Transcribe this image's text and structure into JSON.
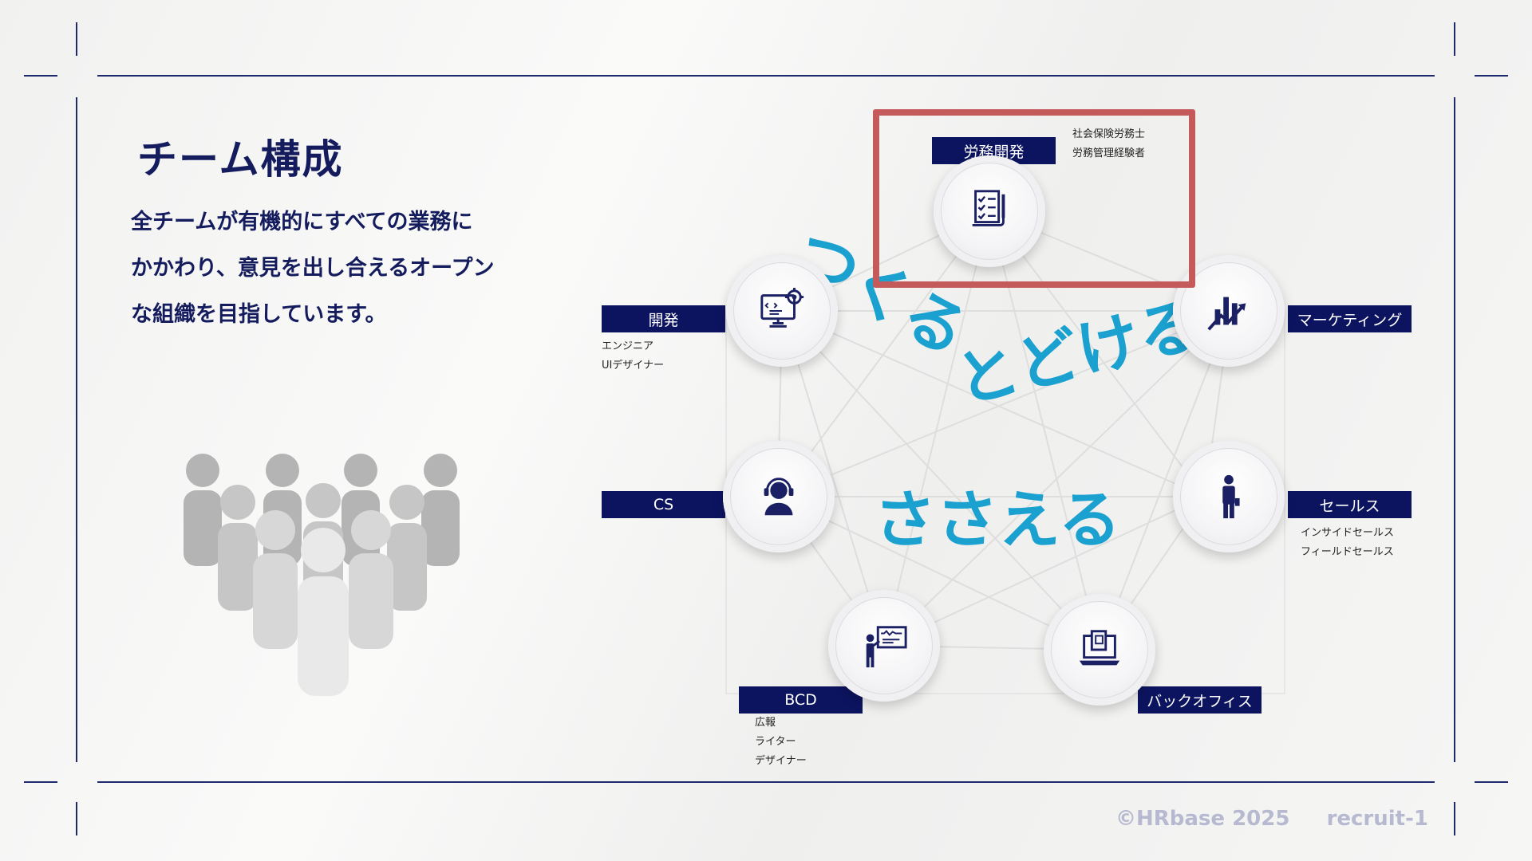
{
  "heading": "チーム構成",
  "lead_lines": [
    "全チームが有機的にすべての業務に",
    "かかわり、意見を出し合えるオープン",
    "な組織を目指しています。"
  ],
  "slogans": [
    "つくる",
    "とどける",
    "ささえる"
  ],
  "teams": {
    "roumu": {
      "label": "労務開発",
      "icon": "document-checklist-icon",
      "roles": [
        "社会保険労務士",
        "労務管理経験者"
      ]
    },
    "dev": {
      "label": "開発",
      "icon": "computer-code-gear-icon",
      "roles": [
        "エンジニア",
        "UIデザイナー"
      ]
    },
    "marketing": {
      "label": "マーケティング",
      "icon": "growth-chart-icon",
      "roles": []
    },
    "cs": {
      "label": "CS",
      "icon": "headset-operator-icon",
      "roles": []
    },
    "sales": {
      "label": "セールス",
      "icon": "business-person-icon",
      "roles": [
        "インサイドセールス",
        "フィールドセールス"
      ]
    },
    "bcd": {
      "label": "BCD",
      "icon": "presenter-board-icon",
      "roles": [
        "広報",
        "ライター",
        "デザイナー"
      ]
    },
    "backoffice": {
      "label": "バックオフィス",
      "icon": "laptop-document-icon",
      "roles": []
    }
  },
  "footer": {
    "copyright": "©HRbase 2025",
    "page": "recruit-1"
  },
  "colors": {
    "navy": "#0c1460",
    "accent": "#1aa1cf",
    "highlight": "#c45a5a"
  }
}
